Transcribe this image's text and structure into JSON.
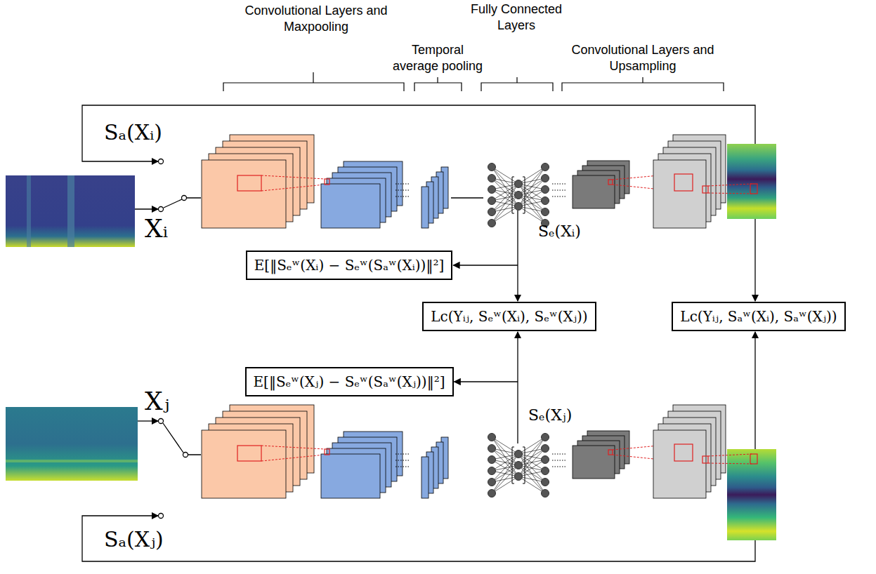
{
  "diagram": {
    "nodes": [
      {
        "text": [
          "E[‖Sₑʷ(Xᵢ) − Sₑʷ(Sₐʷ(Xᵢ))‖²]"
        ]
      },
      {
        "text": [
          "Lc(Yᵢⱼ, Sₑʷ(Xᵢ), Sₑʷ(Xⱼ))"
        ]
      },
      {
        "text": [
          "Lc(Yᵢⱼ, Sₐʷ(Xᵢ), Sₐʷ(Xⱼ))"
        ]
      },
      {
        "text": [
          "E[‖Sₑʷ(Xⱼ) − Sₑʷ(Sₐʷ(Xⱼ))‖²]"
        ]
      }
    ],
    "labels": [
      "Convolutional Layers and Maxpooling",
      "Temporal average pooling",
      "Fully Connected Layers",
      "Convolutional Layers and Upsampling",
      "Sₐ(Xᵢ)",
      "Xᵢ",
      "Sₑ(Xᵢ)",
      "Sₑ(Xⱼ)",
      "Xⱼ",
      "Sₐ(Xⱼ)"
    ]
  }
}
